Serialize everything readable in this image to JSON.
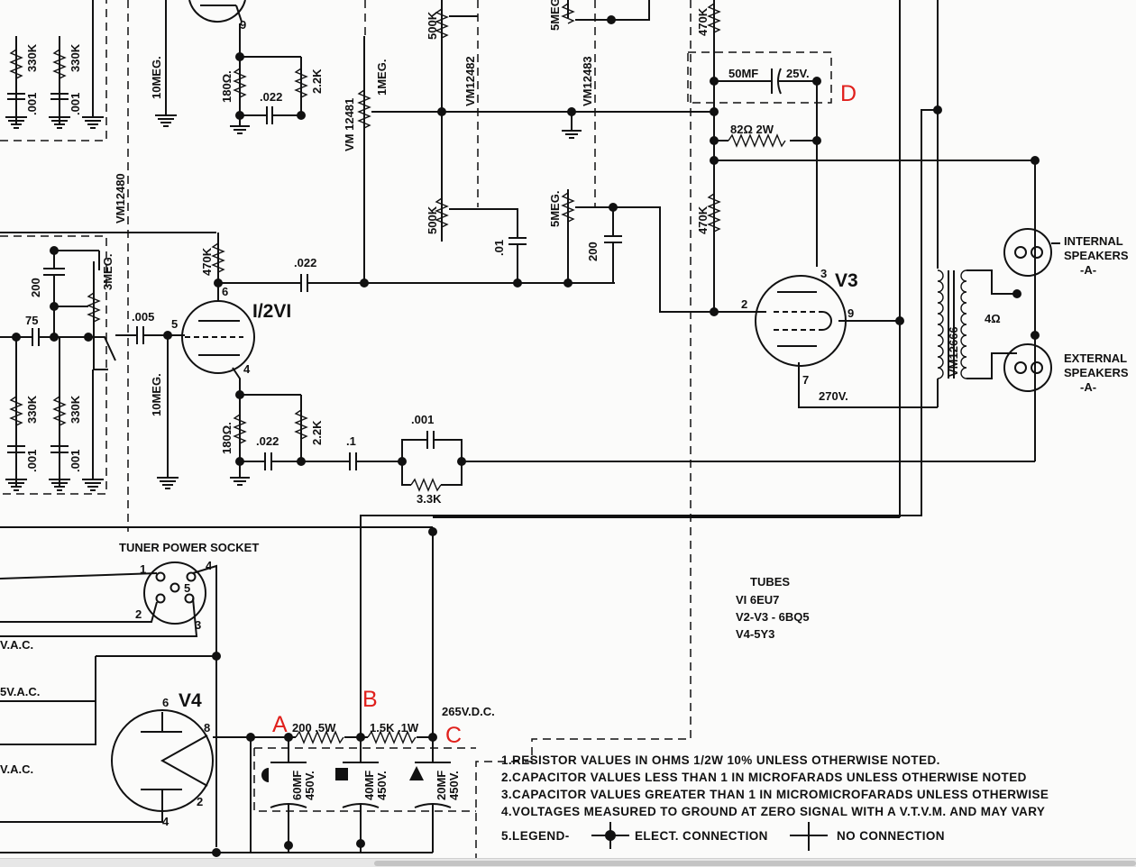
{
  "markers": {
    "a": "A",
    "b": "B",
    "c": "C",
    "d": "D"
  },
  "tubes": {
    "heading": "TUBES",
    "v1": "VI  6EU7",
    "v2v3": "V2-V3 - 6BQ5",
    "v4": "V4-5Y3"
  },
  "designators": {
    "v12v1": "I/2VI",
    "v3": "V3",
    "v4": "V4"
  },
  "socket": {
    "title": "TUNER POWER SOCKET",
    "pins": [
      "1",
      "2",
      "3",
      "4",
      "5"
    ]
  },
  "speakers": {
    "internal_1": "INTERNAL",
    "internal_2": "SPEAKERS",
    "internal_3": "-A-",
    "external_1": "EXTERNAL",
    "external_2": "SPEAKERS",
    "external_3": "-A-",
    "impedance": "4Ω"
  },
  "power": {
    "r200": "200 .5W",
    "r1k5": "1.5K .1W",
    "vdc": "265V.D.C.",
    "c60": "60MF",
    "c40": "40MF",
    "c20": "20MF",
    "cv": "450V.",
    "vac_1": "V.A.C.",
    "vac_2": "5V.A.C.",
    "vac_3": "V.A.C.",
    "v270": "270V."
  },
  "values": {
    "r330k": "330K",
    "c001": ".001",
    "c01": ".01",
    "c005": ".005",
    "c022": ".022",
    "c1": ".1",
    "c200": "200",
    "c75": "75",
    "r10meg": "10MEG.",
    "r180": "180Ω.",
    "r2k2": "2.2K",
    "r470k": "470K",
    "r500k": "500K",
    "r5meg": "5MEG.",
    "r3meg": "3MEG.",
    "r1meg": "1MEG.",
    "r3k3": "3.3K",
    "r82": "82Ω 2W",
    "c50": "50MF",
    "v25": "25V."
  },
  "vm": {
    "v12480": "VM12480",
    "v12481": "VM 12481",
    "v12482": "VM12482",
    "v12483": "VM12483",
    "v12666": "VM12666"
  },
  "pins": {
    "p9": "9",
    "p6": "6",
    "p5": "5",
    "p4": "4",
    "p3": "3",
    "p2": "2",
    "p7": "7",
    "p8": "8"
  },
  "notes": {
    "n1": "1.RESISTOR VALUES IN OHMS 1/2W   10% UNLESS OTHERWISE NOTED.",
    "n2": "2.CAPACITOR VALUES LESS THAN 1 IN MICROFARADS UNLESS OTHERWISE NOTED",
    "n3": "3.CAPACITOR VALUES GREATER THAN 1 IN MICROMICROFARADS UNLESS OTHERWISE",
    "n4": "4.VOLTAGES MEASURED TO GROUND AT ZERO SIGNAL WITH A V.T.V.M. AND MAY VARY",
    "n5a": "5.LEGEND-",
    "n5b": "ELECT. CONNECTION",
    "n5c": "NO CONNECTION"
  }
}
